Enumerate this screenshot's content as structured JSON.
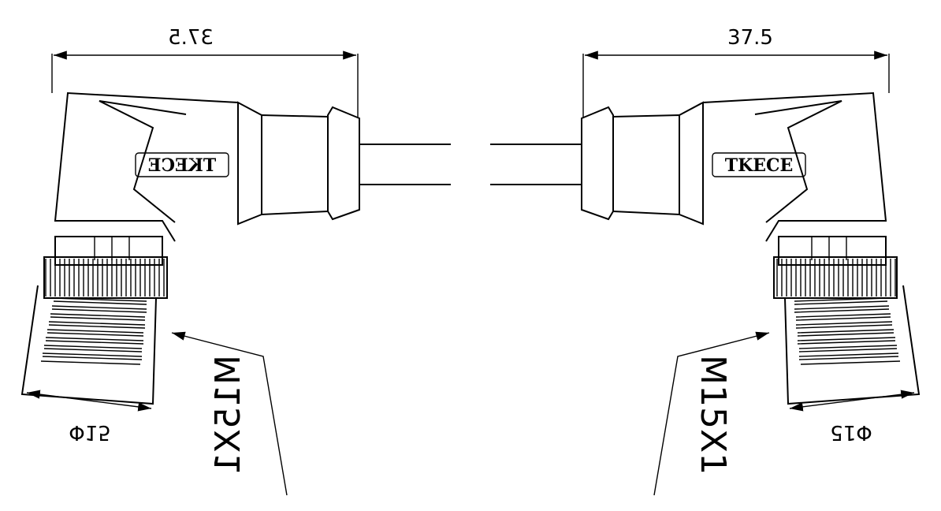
{
  "left_connector": {
    "length_dimension": "37.5",
    "brand_label": "TKECE",
    "thread_label": "M15X1",
    "diameter_label": "Φ15"
  },
  "right_connector": {
    "length_dimension": "37.5",
    "brand_label": "TKECE",
    "thread_label": "M15X1",
    "diameter_label": "Φ15"
  }
}
